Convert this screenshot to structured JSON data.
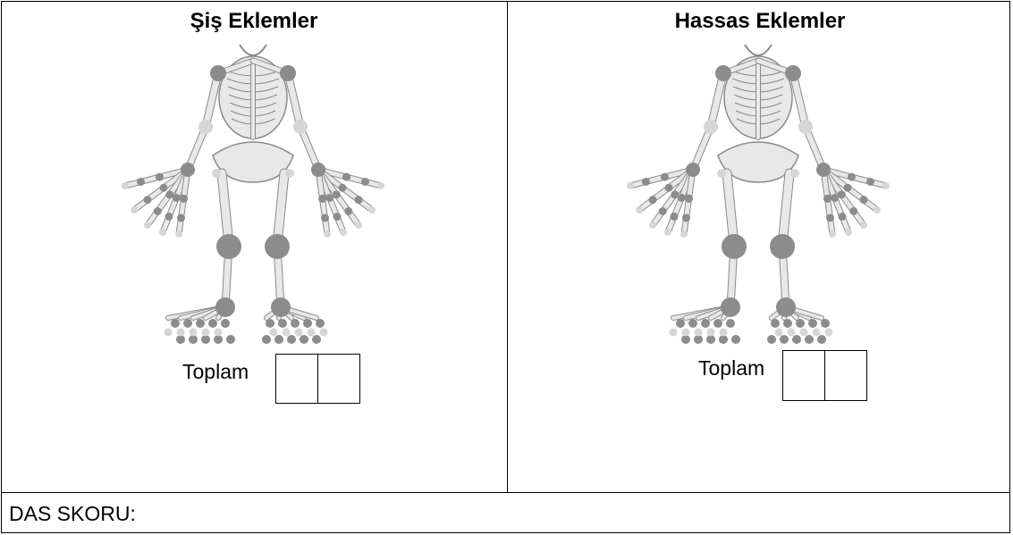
{
  "left_panel": {
    "title": "Şiş Eklemler",
    "total_label": "Toplam"
  },
  "right_panel": {
    "title": "Hassas Eklemler",
    "total_label": "Toplam"
  },
  "footer": {
    "das_label": "DAS SKORU:"
  },
  "colors": {
    "bone": "#e8e8e8",
    "bone_stroke": "#8a8a8a",
    "joint_dark": "#8c8c8c",
    "joint_light": "#d6d6d6"
  }
}
